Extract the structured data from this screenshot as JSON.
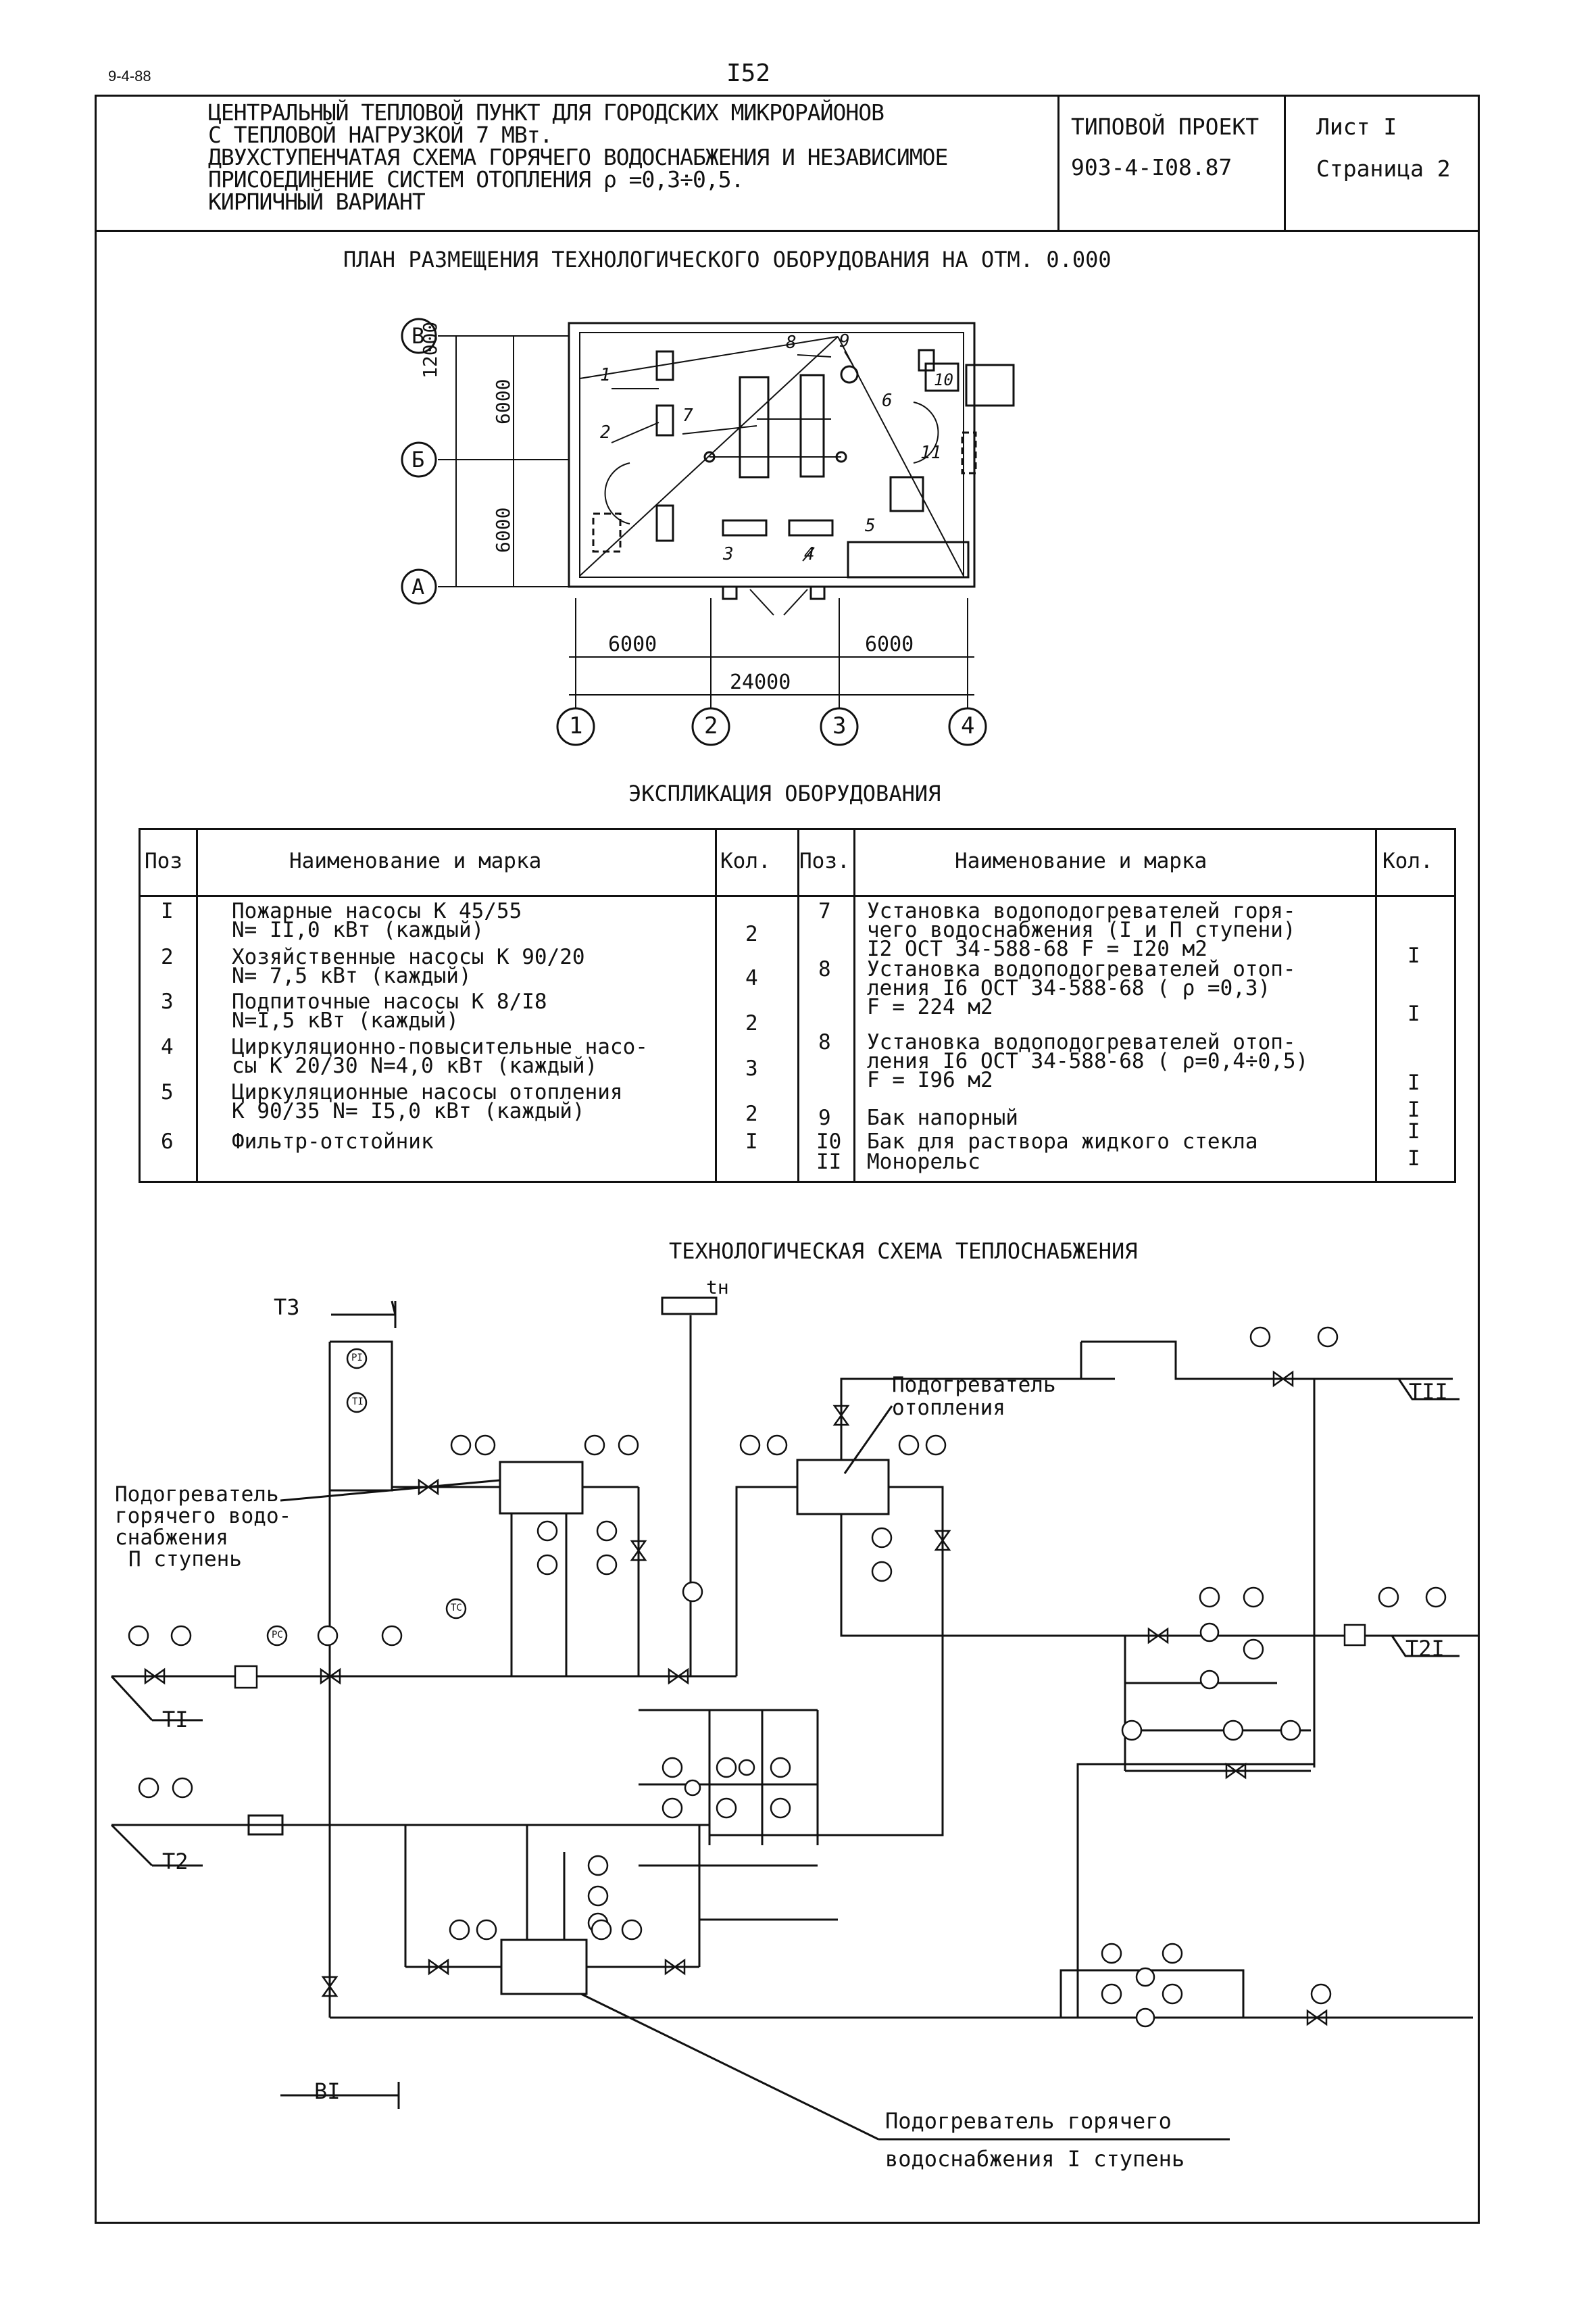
{
  "header": {
    "doc_code": "9-4-88",
    "page_number": "I52",
    "title_lines": [
      "ЦЕНТРАЛЬНЫЙ ТЕПЛОВОЙ ПУНКТ ДЛЯ ГОРОДСКИХ МИКРОРАЙОНОВ",
      "С ТЕПЛОВОЙ НАГРУЗКОЙ 7 МВт.",
      "ДВУХСТУПЕНЧАТАЯ СХЕМА ГОРЯЧЕГО ВОДОСНАБЖЕНИЯ И НЕЗАВИСИМОЕ",
      "ПРИСОЕДИНЕНИЕ СИСТЕМ ОТОПЛЕНИЯ     ρ =0,3÷0,5.",
      "КИРПИЧНЫЙ ВАРИАНТ"
    ],
    "project_label": "ТИПОВОЙ ПРОЕКТ",
    "project_number": "903-4-I08.87",
    "sheet_label": "Лист I",
    "page_label": "Страница 2"
  },
  "plan": {
    "title": "ПЛАН РАЗМЕЩЕНИЯ ТЕХНОЛОГИЧЕСКОГО ОБОРУДОВАНИЯ НА ОТМ. 0.000",
    "row_axes": [
      "В",
      "Б",
      "А"
    ],
    "col_axes": [
      "1",
      "2",
      "3",
      "4"
    ],
    "dim_vertical_total": "12000",
    "dim_vertical_top": "6000",
    "dim_vertical_bottom": "6000",
    "dim_h_left": "6000",
    "dim_h_right": "6000",
    "dim_h_total": "24000",
    "callouts": [
      "1",
      "2",
      "3",
      "4",
      "5",
      "6",
      "7",
      "8",
      "9",
      "10",
      "11"
    ]
  },
  "explication": {
    "title": "ЭКСПЛИКАЦИЯ ОБОРУДОВАНИЯ",
    "headers": [
      "Поз",
      "Наименование и марка",
      "Кол.",
      "Поз.",
      "Наименование и марка",
      "Кол."
    ],
    "left_rows": [
      {
        "pos": "I",
        "name": [
          "Пожарные насосы К 45/55",
          "N= II,0 кВт (каждый)"
        ],
        "qty": "2"
      },
      {
        "pos": "2",
        "name": [
          "Хозяйственные насосы К 90/20",
          "N= 7,5 кВт (каждый)"
        ],
        "qty": "4"
      },
      {
        "pos": "3",
        "name": [
          "Подпиточные насосы К 8/I8",
          "N=I,5 кВт (каждый)"
        ],
        "qty": "2"
      },
      {
        "pos": "4",
        "name": [
          "Циркуляционно-повысительные насо-",
          "сы К 20/30  N=4,0 кВт (каждый)"
        ],
        "qty": "3"
      },
      {
        "pos": "5",
        "name": [
          "Циркуляционные насосы отопления",
          "К 90/35 N= I5,0 кВт (каждый)"
        ],
        "qty": "2"
      },
      {
        "pos": "6",
        "name": [
          "Фильтр-отстойник"
        ],
        "qty": "I"
      }
    ],
    "right_rows": [
      {
        "pos": "7",
        "name": [
          "Установка водоподогревателей горя-",
          "чего водоснабжения (I и П ступени)",
          "I2 ОСТ 34-588-68  F = I20 м2"
        ],
        "qty": "I"
      },
      {
        "pos": "8",
        "name": [
          "Установка водоподогревателей отоп-",
          "ления I6 ОСТ 34-588-68 ( ρ =0,3)",
          "F = 224 м2"
        ],
        "qty": "I"
      },
      {
        "pos": "8",
        "name": [
          "Установка водоподогревателей отоп-",
          "ления I6 ОСТ 34-588-68 ( ρ=0,4÷0,5)",
          "F = I96 м2"
        ],
        "qty": "I"
      },
      {
        "pos": "9",
        "name": [
          "Бак напорный"
        ],
        "qty": "I"
      },
      {
        "pos": "I0",
        "name": [
          "Бак для раствора жидкого стекла"
        ],
        "qty": "I"
      },
      {
        "pos": "II",
        "name": [
          "Монорельс"
        ],
        "qty": "I"
      }
    ]
  },
  "scheme": {
    "title": "ТЕХНОЛОГИЧЕСКАЯ СХЕМА ТЕПЛОСНАБЖЕНИЯ",
    "pipe_labels": [
      "Т3",
      "ТI",
      "Т2",
      "ВI",
      "ТII",
      "Т2I"
    ],
    "outdoor_temp": "tн",
    "label_heater_stage2": [
      "Подогреватель",
      "горячего водо-",
      "снабжения",
      "П ступень"
    ],
    "label_heating_heater": [
      "Подогреватель",
      "отопления"
    ],
    "label_heater_stage1": [
      "Подогреватель горячего",
      "водоснабжения I ступень"
    ],
    "instrument_tags": [
      "PI",
      "TI",
      "TC",
      "PC"
    ]
  }
}
